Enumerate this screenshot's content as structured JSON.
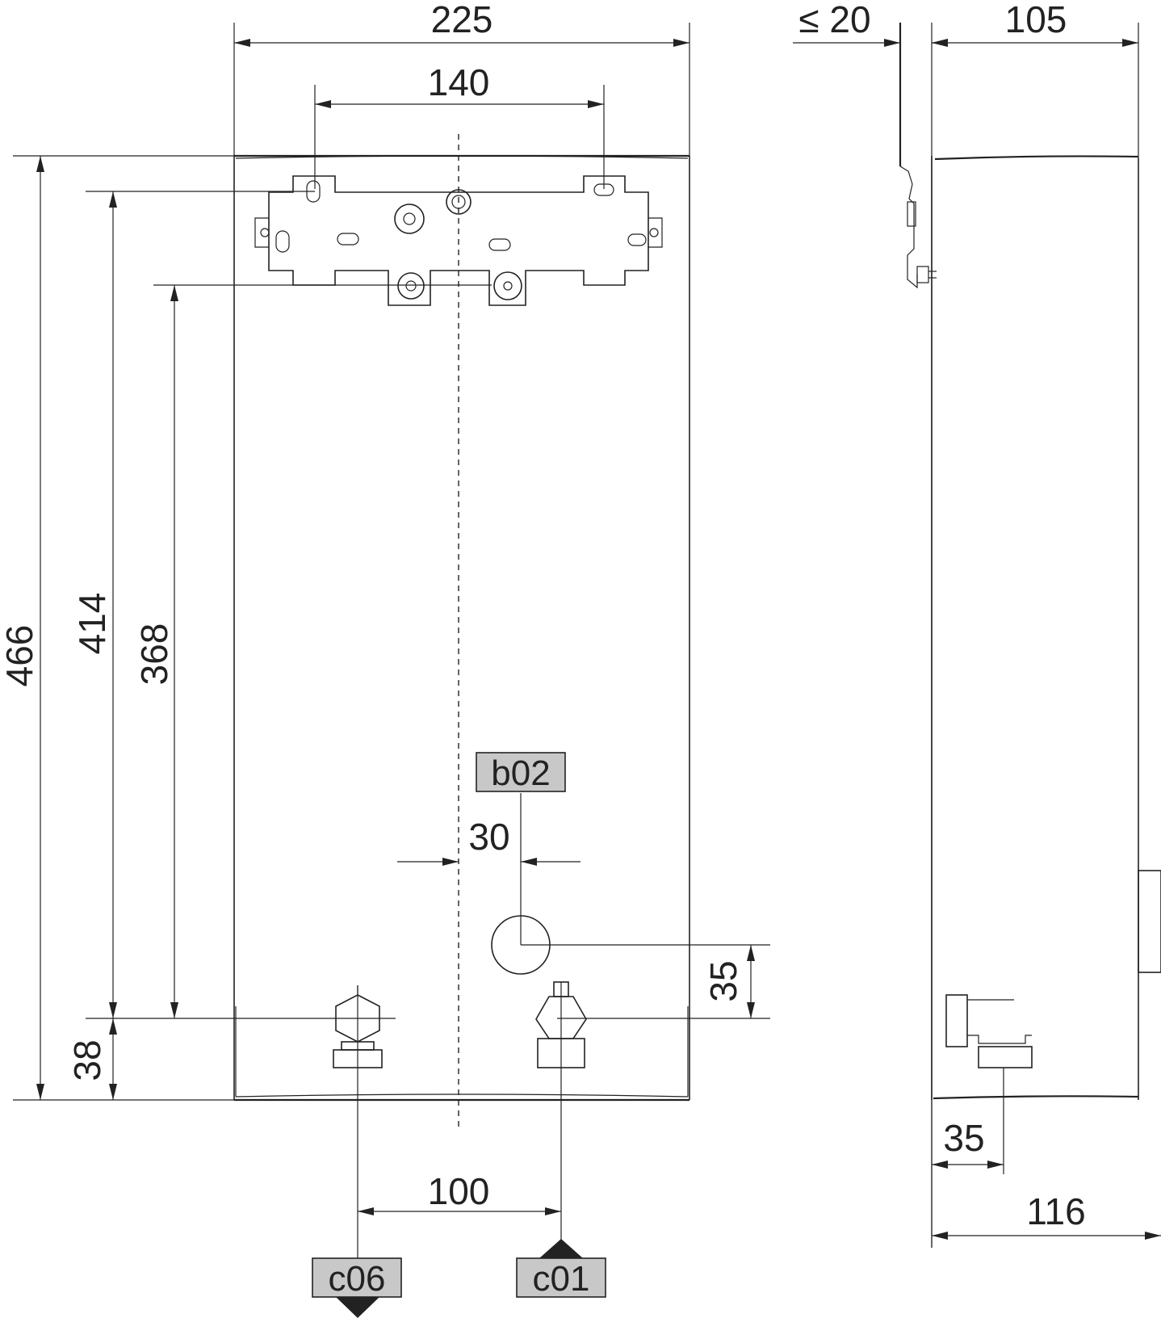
{
  "dimensions": {
    "overall_width": "225",
    "bracket_hole_spacing": "140",
    "wall_clearance": "≤ 20",
    "depth_upper": "105",
    "overall_height": "466",
    "hole_height": "414",
    "bracket_height": "368",
    "bottom_offset": "38",
    "outlet_offset": "30",
    "outlet_height": "35",
    "connection_spacing": "100",
    "side_connection_offset": "35",
    "depth_total": "116"
  },
  "tags": {
    "b02": "b02",
    "c06": "c06",
    "c01": "c01"
  },
  "colors": {
    "line": "#222222",
    "tag_fill": "#c8c8c8",
    "background": "#ffffff"
  }
}
